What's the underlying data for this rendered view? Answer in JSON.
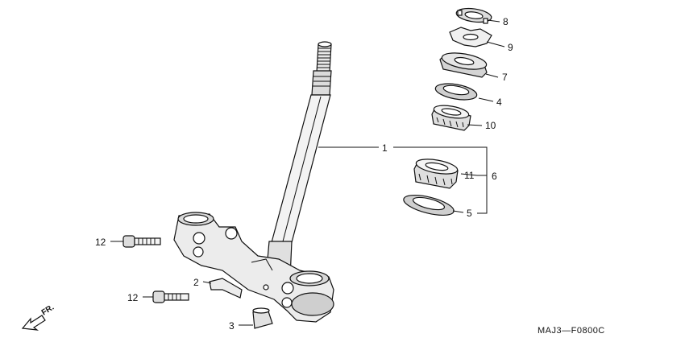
{
  "callouts": [
    {
      "id": "8",
      "label": "8"
    },
    {
      "id": "9",
      "label": "9"
    },
    {
      "id": "7",
      "label": "7"
    },
    {
      "id": "4",
      "label": "4"
    },
    {
      "id": "10",
      "label": "10"
    },
    {
      "id": "1",
      "label": "1"
    },
    {
      "id": "11",
      "label": "11"
    },
    {
      "id": "6",
      "label": "6"
    },
    {
      "id": "5",
      "label": "5"
    },
    {
      "id": "12a",
      "label": "12"
    },
    {
      "id": "2",
      "label": "2"
    },
    {
      "id": "12b",
      "label": "12"
    },
    {
      "id": "3",
      "label": "3"
    }
  ],
  "direction_label": "FR.",
  "diagram_code": "MAJ3—F0800C"
}
